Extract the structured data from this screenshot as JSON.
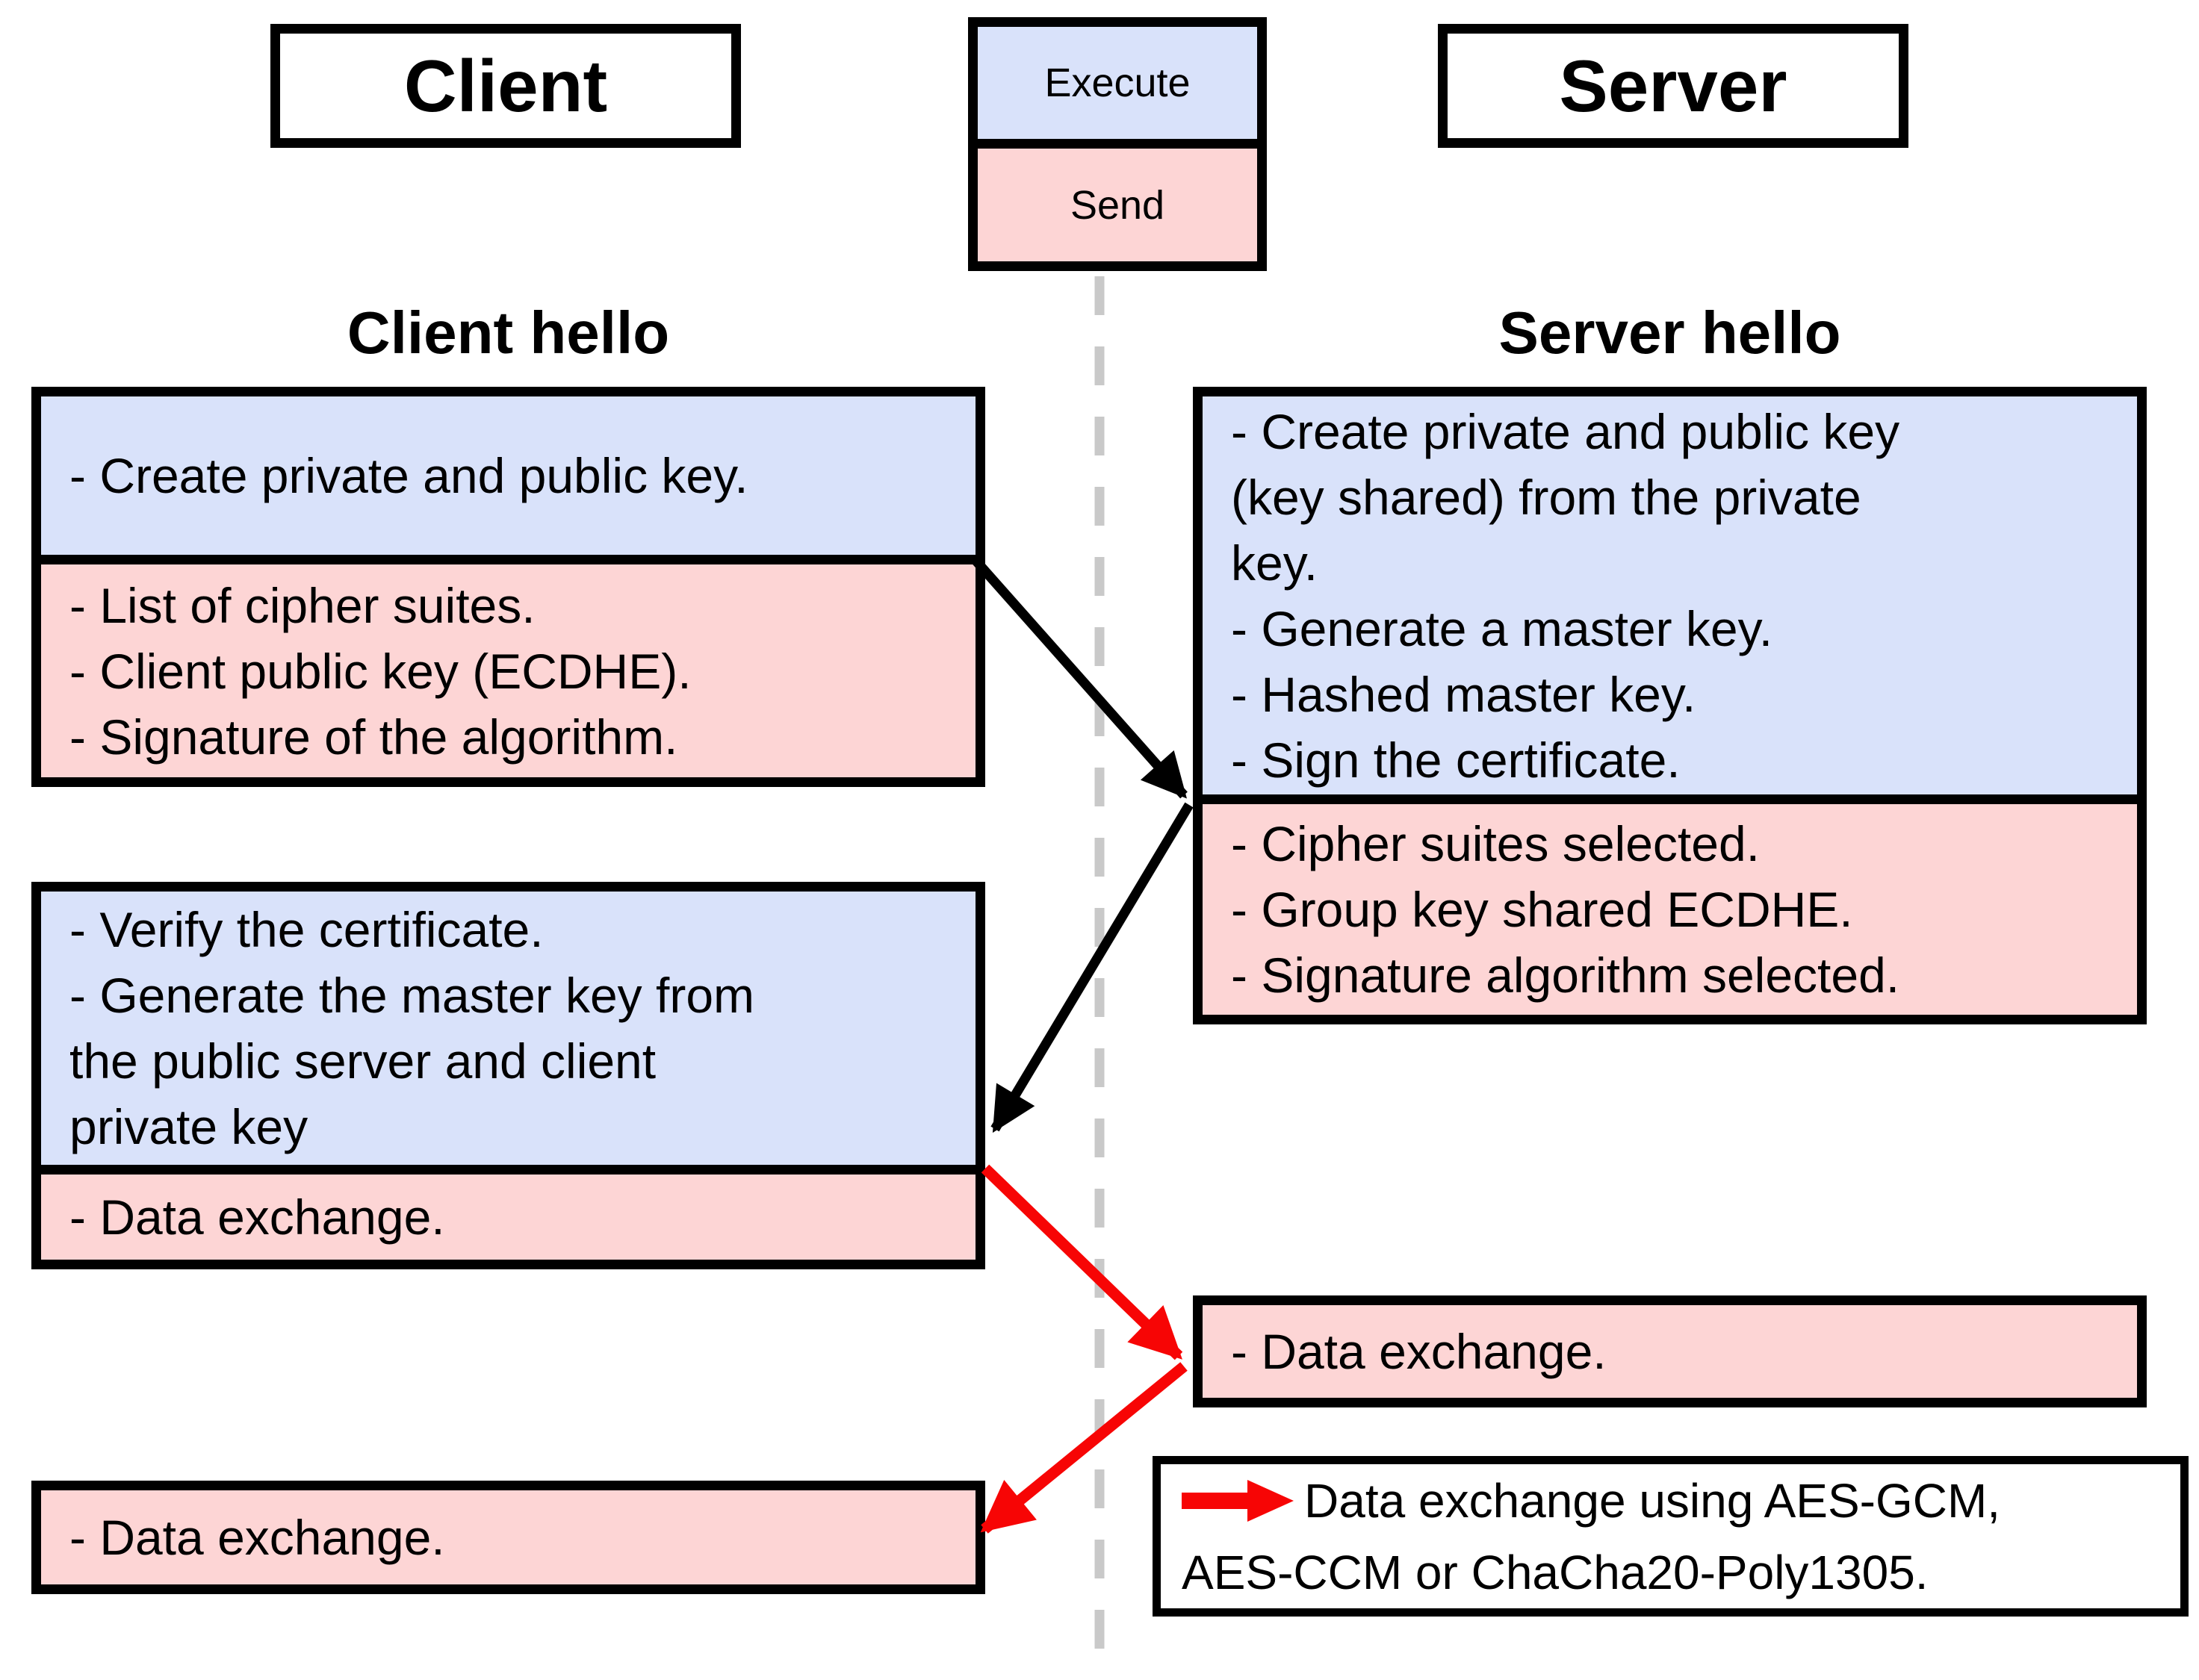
{
  "colors": {
    "execute_fill": "#d9e2fa",
    "send_fill": "#fdd5d5",
    "outline": "#000000",
    "arrow_black": "#000000",
    "arrow_red": "#f70505",
    "dashed_line": "#c9c9c9"
  },
  "actors": {
    "client": "Client",
    "server": "Server"
  },
  "legend": {
    "execute": "Execute",
    "send": "Send"
  },
  "client": {
    "heading": "Client hello",
    "hello_box": {
      "execute_lines": [
        "- Create private and public key."
      ],
      "send_lines": [
        "- List of cipher suites.",
        "- Client public key (ECDHE).",
        "- Signature of the algorithm."
      ]
    },
    "second_box": {
      "execute_lines": [
        "- Verify the certificate.",
        "- Generate the master key from",
        "the public server and client",
        "private key"
      ],
      "send_lines": [
        "- Data exchange."
      ]
    },
    "data_box": {
      "text": "- Data exchange."
    }
  },
  "server": {
    "heading": "Server hello",
    "hello_box": {
      "execute_lines": [
        "- Create private and public key",
        "(key shared) from the private",
        "key.",
        "- Generate a master key.",
        "- Hashed master key.",
        "- Sign the certificate."
      ],
      "send_lines": [
        "- Cipher suites selected.",
        "- Group key shared ECDHE.",
        "- Signature algorithm selected."
      ]
    },
    "data_box": {
      "text": "- Data exchange."
    }
  },
  "footnote": {
    "lines": [
      "Data exchange using AES-GCM,",
      "AES-CCM or ChaCha20-Poly1305."
    ]
  }
}
